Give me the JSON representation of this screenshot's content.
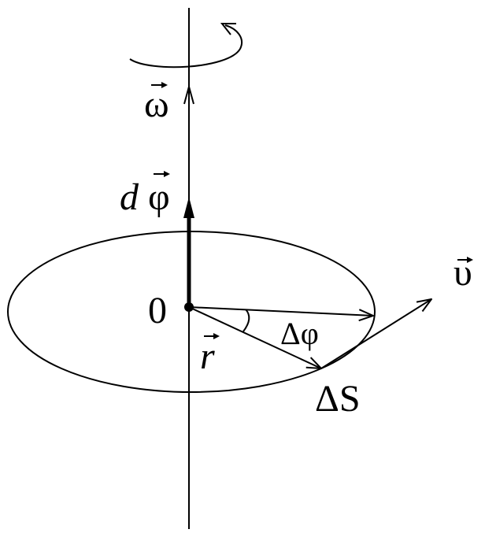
{
  "diagram": {
    "labels": {
      "omega": "ω",
      "dphi_d": "d",
      "dphi_phi": "φ",
      "origin": "0",
      "delta_phi": "Δφ",
      "r": "r",
      "delta_s": "ΔS",
      "velocity": "υ"
    },
    "colors": {
      "stroke": "#000000",
      "background": "#ffffff"
    }
  }
}
